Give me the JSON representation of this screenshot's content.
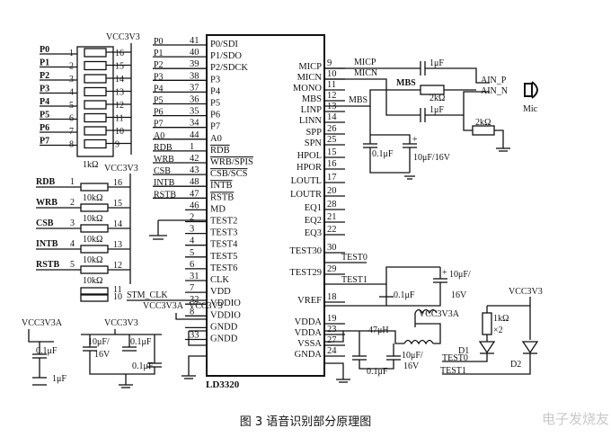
{
  "chip": {
    "name": "LD3320",
    "left_pins": [
      {
        "num": "41",
        "label": "P0/SDI"
      },
      {
        "num": "40",
        "label": "P1/SDO"
      },
      {
        "num": "39",
        "label": "P2/SDCK"
      },
      {
        "num": "38",
        "label": "P3"
      },
      {
        "num": "37",
        "label": "P4"
      },
      {
        "num": "36",
        "label": "P5"
      },
      {
        "num": "35",
        "label": "P6"
      },
      {
        "num": "34",
        "label": "P7"
      },
      {
        "num": "44",
        "label": "A0"
      },
      {
        "num": "1",
        "label": "RDB"
      },
      {
        "num": "42",
        "label": "WRB/SPIS"
      },
      {
        "num": "43",
        "label": "CSB/SCS"
      },
      {
        "num": "48",
        "label": "INTB"
      },
      {
        "num": "47",
        "label": "RSTB"
      },
      {
        "num": "46",
        "label": "MD"
      },
      {
        "num": "2",
        "label": "TEST2"
      },
      {
        "num": "3",
        "label": "TEST3"
      },
      {
        "num": "4",
        "label": "TEST4"
      },
      {
        "num": "5",
        "label": "TEST5"
      },
      {
        "num": "6",
        "label": "TEST6"
      },
      {
        "num": "31",
        "label": "CLK"
      },
      {
        "num": "7",
        "label": "VDD"
      },
      {
        "num": "32",
        "label": "VDDIO"
      },
      {
        "num": "8",
        "label": "VDDIO"
      },
      {
        "num": "",
        "label": "GNDD"
      },
      {
        "num": "33",
        "label": "GNDD"
      }
    ],
    "right_pins": [
      {
        "num": "9",
        "label": "MICP"
      },
      {
        "num": "10",
        "label": "MICN"
      },
      {
        "num": "11",
        "label": "MONO"
      },
      {
        "num": "12",
        "label": "MBS"
      },
      {
        "num": "13",
        "label": "LINP"
      },
      {
        "num": "14",
        "label": "LINN"
      },
      {
        "num": "26",
        "label": "SPP"
      },
      {
        "num": "25",
        "label": "SPN"
      },
      {
        "num": "15",
        "label": "HPOL"
      },
      {
        "num": "16",
        "label": "HPOR"
      },
      {
        "num": "17",
        "label": "LOUTL"
      },
      {
        "num": "20",
        "label": "LOUTR"
      },
      {
        "num": "28",
        "label": "EQ1"
      },
      {
        "num": "21",
        "label": "EQ2"
      },
      {
        "num": "22",
        "label": "EQ3"
      },
      {
        "num": "30",
        "label": "TEST30"
      },
      {
        "num": "29",
        "label": "TEST29"
      },
      {
        "num": "18",
        "label": "VREF"
      },
      {
        "num": "19",
        "label": "VDDA"
      },
      {
        "num": "23",
        "label": "VDDA"
      },
      {
        "num": "27",
        "label": "VSSA"
      },
      {
        "num": "24",
        "label": "GNDA"
      }
    ]
  },
  "port_nets": [
    "P0",
    "P1",
    "P2",
    "P3",
    "P4",
    "P5",
    "P6",
    "P7",
    "A0",
    "RDB",
    "WRB",
    "CSB",
    "INTB",
    "RSTB"
  ],
  "pullup1": {
    "supply": "VCC3V3",
    "value": "1kΩ",
    "pins": [
      "16",
      "15",
      "14",
      "13",
      "12",
      "11",
      "10",
      "9"
    ],
    "lower_pins": [
      "1",
      "2",
      "3",
      "4",
      "5",
      "6",
      "7",
      "8"
    ]
  },
  "pullup2": {
    "supply": "VCC3V3",
    "value": "10kΩ",
    "rows": [
      {
        "net": "RDB",
        "l": "1",
        "r": "16"
      },
      {
        "net": "WRB",
        "l": "2",
        "r": "15"
      },
      {
        "net": "CSB",
        "l": "3",
        "r": "14"
      },
      {
        "net": "INTB",
        "l": "4",
        "r": "13"
      },
      {
        "net": "RSTB",
        "l": "5",
        "r": "12"
      }
    ],
    "extra_pins": [
      "11",
      "10"
    ]
  },
  "mic": {
    "net_micp": "MICP",
    "net_micn": "MICN",
    "net_mbs": "MBS",
    "cap1": "1μF",
    "cap2": "1μF",
    "r1": "2kΩ",
    "r2": "2kΩ",
    "mbs_label": "MBS",
    "ain_p": "AIN_P",
    "ain_n": "AIN_N",
    "mic_label": "Mic"
  },
  "mbs_filter": {
    "c1": "0.1μF",
    "c2": "10μF/16V"
  },
  "test": {
    "net": "TEST0",
    "net1": "TEST1",
    "c1": "0.1μF",
    "c2a": "10μF/",
    "c2b": "16V"
  },
  "vdda": {
    "supply": "VCC3V3A",
    "inductor": "47μH",
    "c1": "0.1μF",
    "c2a": "10μF/",
    "c2b": "16V"
  },
  "leds": {
    "supply": "VCC3V3",
    "r": "1kΩ",
    "mult": "×2",
    "d1": "D1",
    "d2": "D2",
    "t0": "TEST0",
    "t1": "TEST1"
  },
  "power": {
    "clk_net": "STM_CLK",
    "vcc_a": "VCC3V3A",
    "vcc": "VCC3V3",
    "vcc_left": "VCC3V3A",
    "vcc_mid": "VCC3V3",
    "c_left1": "0.1μF",
    "c_left2": "1μF",
    "c_mid1": "10μF/",
    "c_mid1b": "16V",
    "c_mid2": "0.1μF",
    "c_mid3": "0.1μF"
  },
  "caption": "图 3  语音识别部分原理图",
  "watermark": "电子发烧友"
}
